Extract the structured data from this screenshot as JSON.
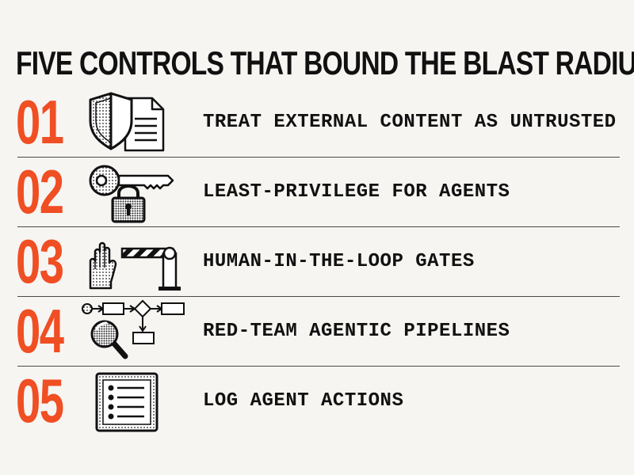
{
  "title": "FIVE CONTROLS THAT BOUND THE BLAST RADIUS",
  "accent_color": "#f04e23",
  "text_color": "#111111",
  "background_color": "#f6f5f2",
  "controls": [
    {
      "number": "01",
      "label": "TREAT EXTERNAL CONTENT AS UNTRUSTED",
      "icon": "shield-document-icon"
    },
    {
      "number": "02",
      "label": "LEAST-PRIVILEGE FOR AGENTS",
      "icon": "key-padlock-icon"
    },
    {
      "number": "03",
      "label": "HUMAN-IN-THE-LOOP GATES",
      "icon": "hand-barrier-gate-icon"
    },
    {
      "number": "04",
      "label": "RED-TEAM AGENTIC PIPELINES",
      "icon": "flowchart-magnifier-icon"
    },
    {
      "number": "05",
      "label": "LOG AGENT ACTIONS",
      "icon": "checklist-log-icon"
    }
  ]
}
